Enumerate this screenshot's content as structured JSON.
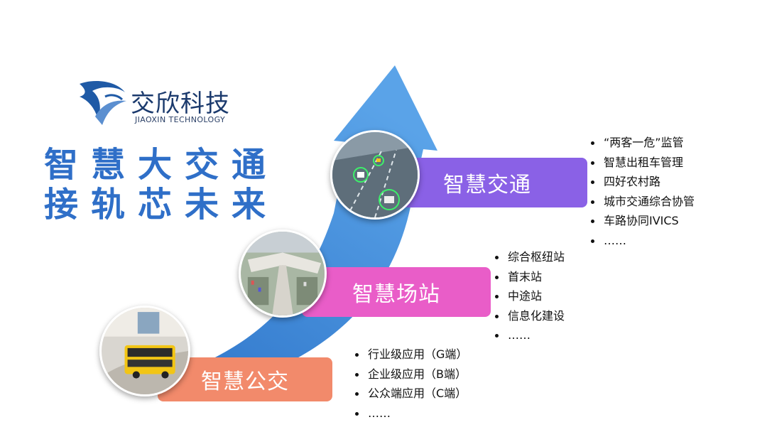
{
  "brand": {
    "name_cn": "交欣科技",
    "name_en": "JIAOXIN TECHNOLOGY",
    "logo_icon": "swoosh-bird-logo"
  },
  "slogan": {
    "line1": "智慧大交通",
    "line2": "接轨芯未来"
  },
  "stages": [
    {
      "label": "智慧公交",
      "color": "#f28a6b",
      "bullets": [
        "行业级应用（G端）",
        "企业级应用（B端）",
        "公众端应用（C端）",
        "……"
      ]
    },
    {
      "label": "智慧场站",
      "color": "#e95dc8",
      "bullets": [
        "综合枢纽站",
        "首末站",
        "中途站",
        "信息化建设",
        "……"
      ]
    },
    {
      "label": "智慧交通",
      "color": "#8a61e6",
      "bullets": [
        "“两客一危”监管",
        "智慧出租车管理",
        "四好农村路",
        "城市交通综合协管",
        "车路协同IVICS",
        "……"
      ]
    }
  ],
  "colors": {
    "arrow": "#3f86d6",
    "slogan": "#2f6fc8",
    "brand": "#1b3a6d"
  }
}
